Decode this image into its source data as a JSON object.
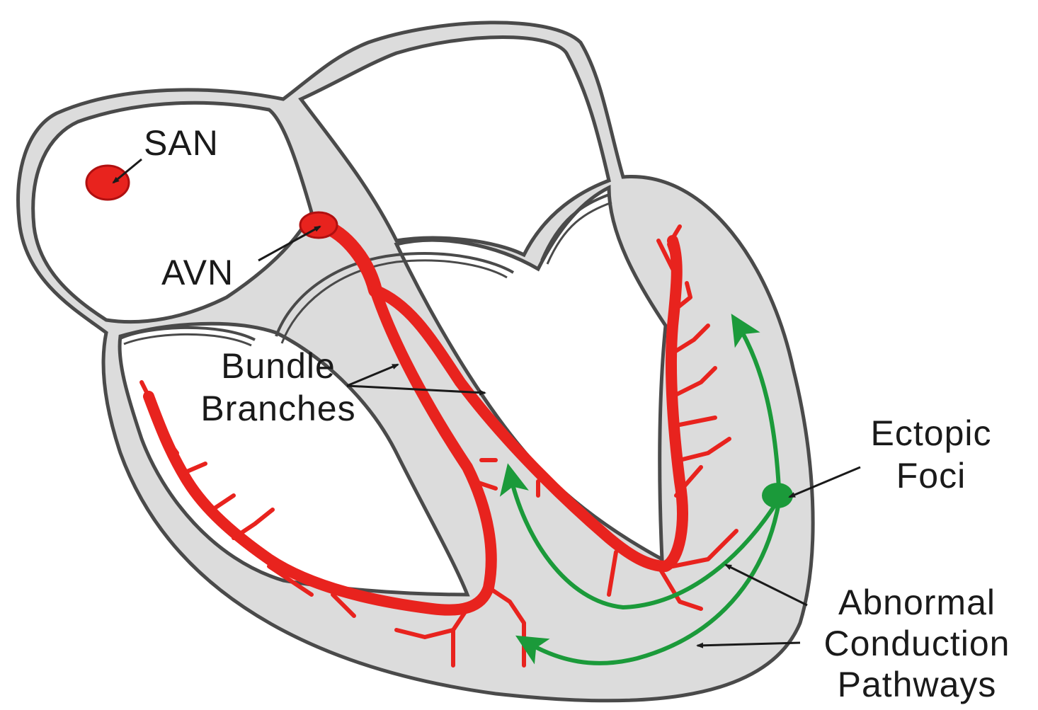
{
  "labels": {
    "san": "SAN",
    "avn": "AVN",
    "bundle_branches": [
      "Bundle",
      "Branches"
    ],
    "ectopic_foci": [
      "Ectopic",
      "Foci"
    ],
    "abnormal_pathways": [
      "Abnormal",
      "Conduction",
      "Pathways"
    ]
  },
  "colors": {
    "wall_fill": "#dcdcdc",
    "wall_stroke": "#4a4a4a",
    "conduction": "#e8231e",
    "conduction_dark": "#b01010",
    "ectopic": "#1b9a3a",
    "text": "#1a1a1a"
  }
}
